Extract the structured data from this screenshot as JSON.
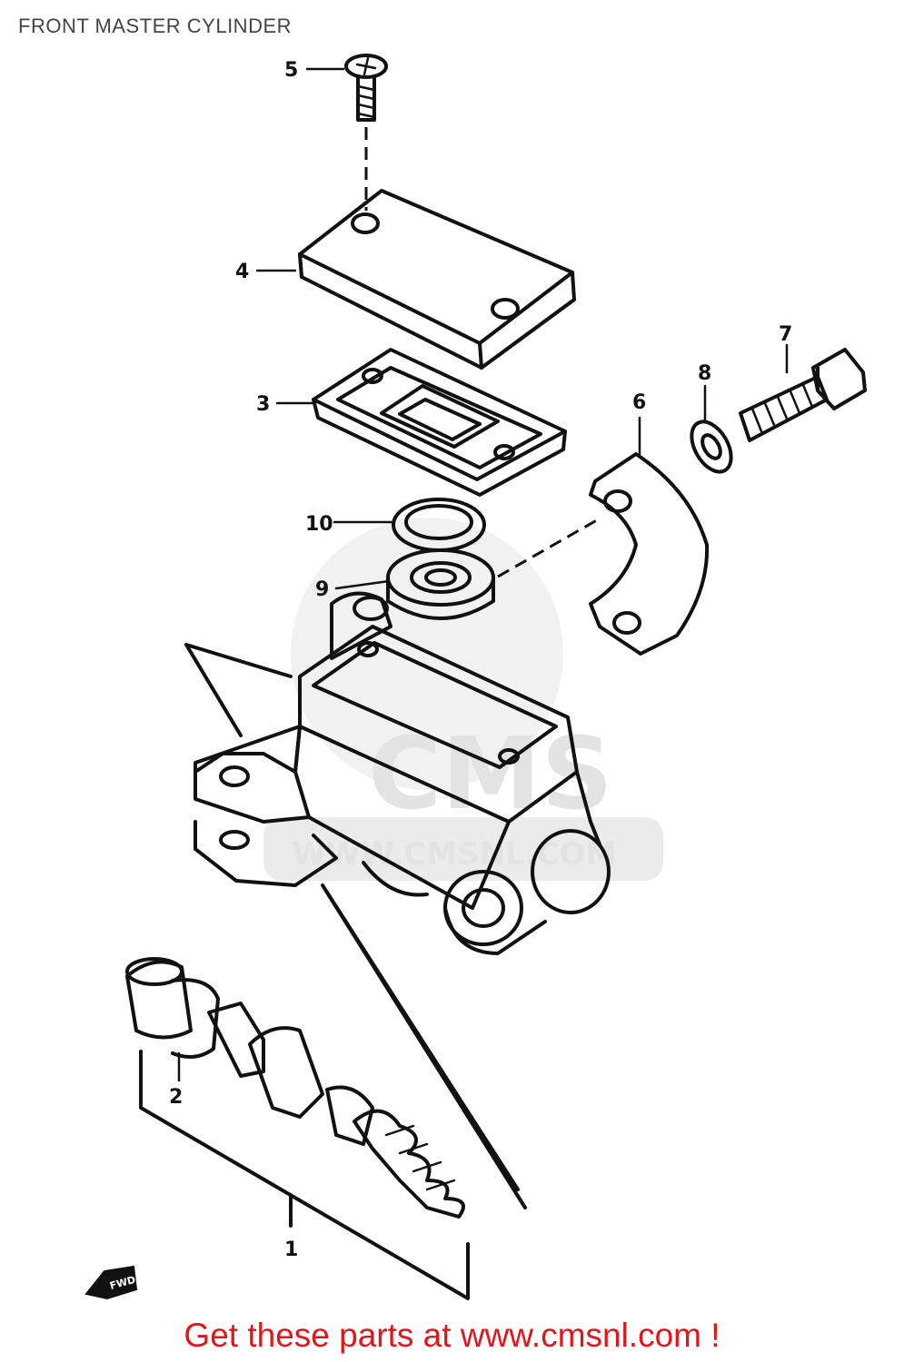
{
  "title": "FRONT MASTER CYLINDER",
  "callouts": {
    "c1": "1",
    "c2": "2",
    "c3": "3",
    "c4": "4",
    "c5": "5",
    "c6": "6",
    "c7": "7",
    "c8": "8",
    "c9": "9",
    "c10": "10"
  },
  "fwd_label": "FWD",
  "watermark": {
    "brand": "CMS",
    "url": "WWW.CMSNL.COM"
  },
  "footer": "Get these parts at www.cmsnl.com !",
  "colors": {
    "footer_text": "#e0161b",
    "title_text": "#444444",
    "line_art": "#111111"
  }
}
